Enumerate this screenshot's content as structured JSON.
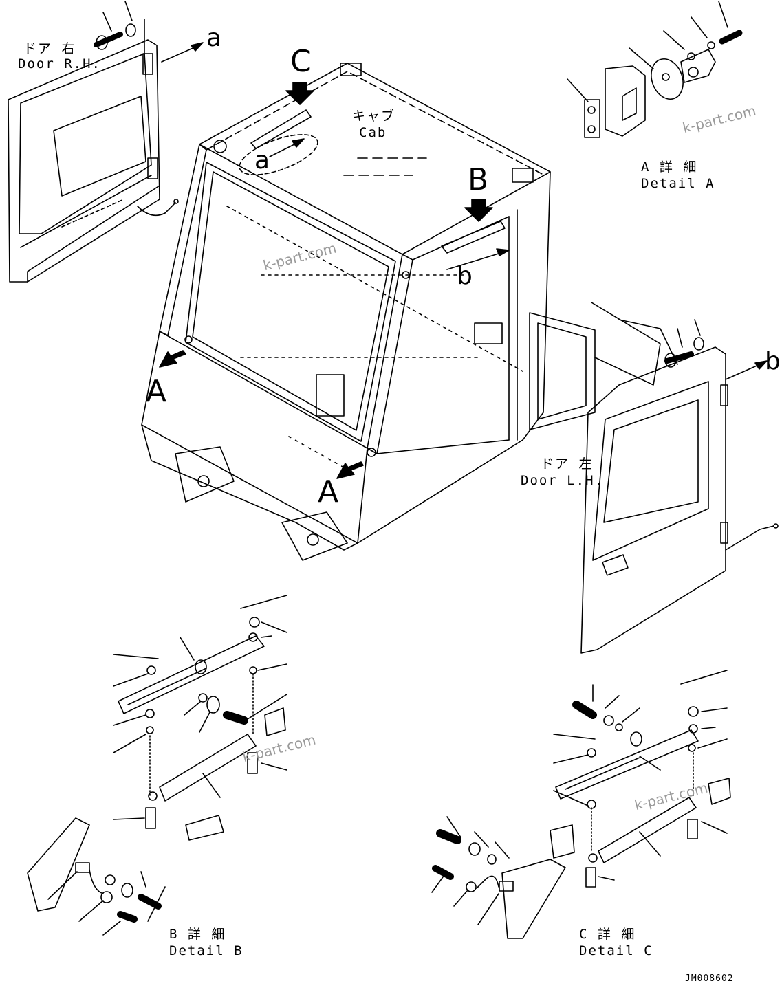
{
  "labels": {
    "door_rh_jp": "ドア 右",
    "door_rh_en": "Door R.H.",
    "door_lh_jp": "ドア 左",
    "door_lh_en": "Door L.H.",
    "cab_jp": "キャブ",
    "cab_en": "Cab",
    "detail_a_jp": "A 詳 細",
    "detail_a_en": "Detail A",
    "detail_b_jp": "B 詳 細",
    "detail_b_en": "Detail B",
    "detail_c_jp": "C 詳 細",
    "detail_c_en": "Detail C"
  },
  "markers": {
    "a": "a",
    "b": "b",
    "A": "A",
    "B": "B",
    "C": "C"
  },
  "watermark": "k-part.com",
  "drawing_code": "JM008602"
}
